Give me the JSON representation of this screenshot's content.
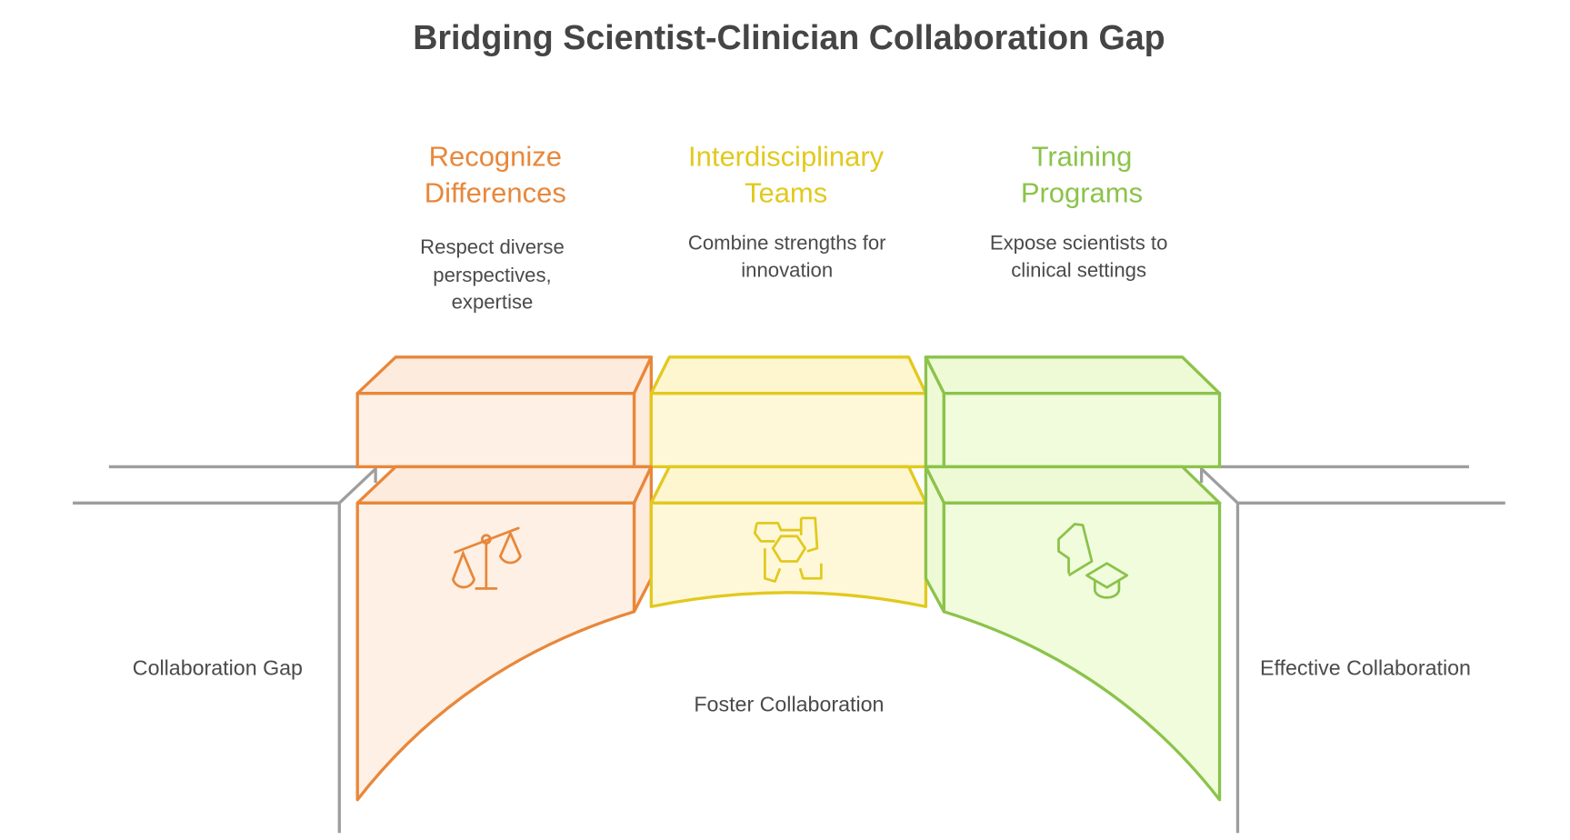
{
  "title": "Bridging Scientist-Clinician Collaboration Gap",
  "colors": {
    "orange": "#E8873A",
    "yellow": "#E2C91E",
    "green": "#8BC34A",
    "ground": "#9E9E9E"
  },
  "steps": [
    {
      "heading": [
        "Recognize",
        "Differences"
      ],
      "description": [
        "Respect diverse",
        "perspectives,",
        "expertise"
      ],
      "icon": "scales-icon"
    },
    {
      "heading": [
        "Interdisciplinary",
        "Teams"
      ],
      "description": [
        "Combine strengths for",
        "innovation"
      ],
      "icon": "joined-hands-icon"
    },
    {
      "heading": [
        "Training",
        "Programs"
      ],
      "description": [
        "Expose scientists to",
        "clinical settings"
      ],
      "icon": "graduation-icon"
    }
  ],
  "labels": {
    "left": "Collaboration Gap",
    "center": "Foster Collaboration",
    "right": "Effective Collaboration"
  }
}
